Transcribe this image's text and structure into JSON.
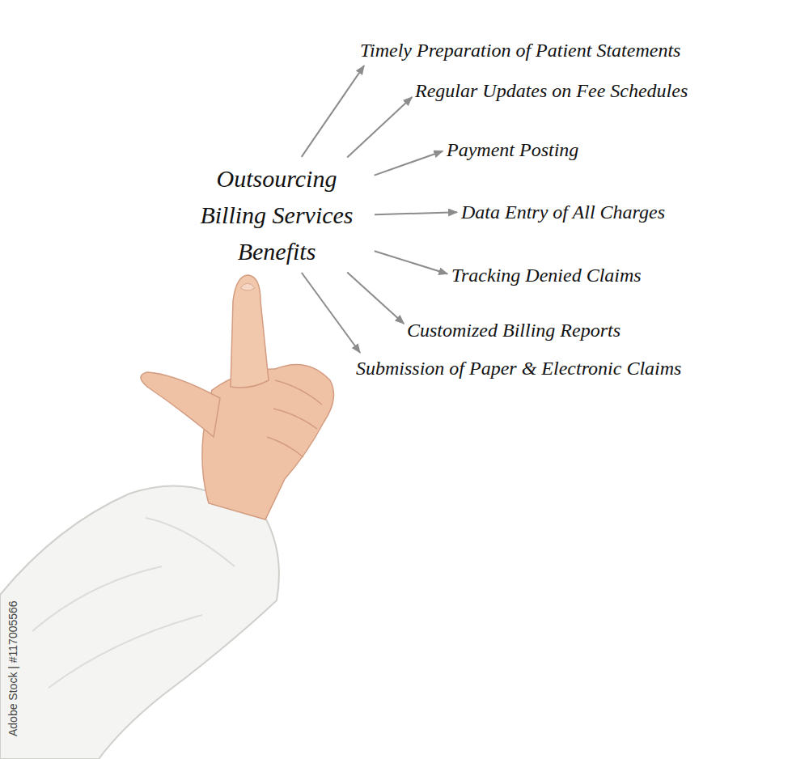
{
  "diagram": {
    "nodes": [
      {
        "text": [
          "Outsourcing Billing Services Benefits"
        ]
      },
      {
        "text": [
          "Timely Preparation of Patient Statements"
        ]
      },
      {
        "text": [
          "Regular Updates on Fee Schedules"
        ]
      },
      {
        "text": [
          "Payment Posting"
        ]
      },
      {
        "text": [
          "Data Entry of All Charges"
        ]
      },
      {
        "text": [
          "Tracking Denied Claims"
        ]
      },
      {
        "text": [
          "Customized Billing Reports"
        ]
      },
      {
        "text": [
          "Submission of Paper & Electronic Claims"
        ]
      }
    ],
    "edges": [
      {
        "from": 0,
        "to": 1,
        "arrow": "to"
      },
      {
        "from": 0,
        "to": 2,
        "arrow": "to"
      },
      {
        "from": 0,
        "to": 3,
        "arrow": "to"
      },
      {
        "from": 0,
        "to": 4,
        "arrow": "to"
      },
      {
        "from": 0,
        "to": 5,
        "arrow": "to"
      },
      {
        "from": 0,
        "to": 6,
        "arrow": "to"
      },
      {
        "from": 0,
        "to": 7,
        "arrow": "to"
      }
    ],
    "labels": [
      "Adobe Stock | #117005566"
    ]
  }
}
